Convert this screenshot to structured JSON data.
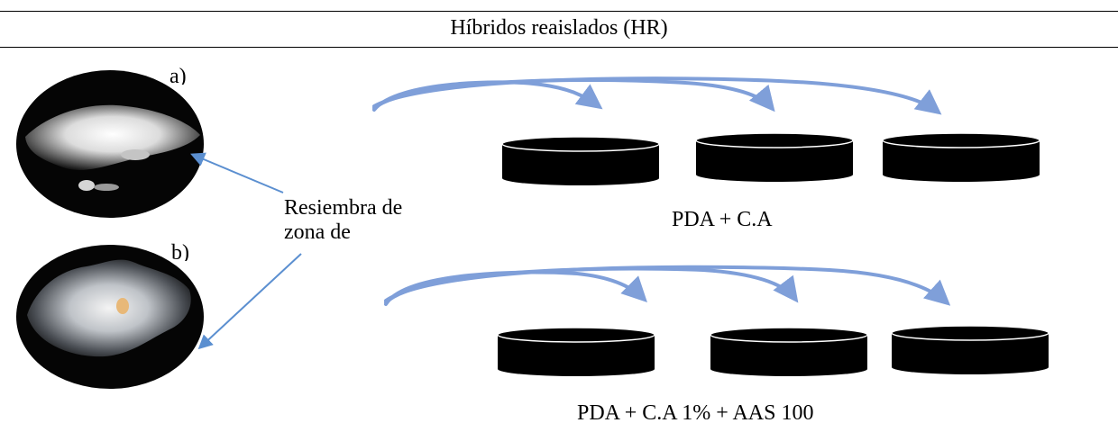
{
  "title": "Híbridos reaislados (HR)",
  "panel_a_label": "a)",
  "panel_b_label": "b)",
  "resiembra_line1": "Resiembra de",
  "resiembra_line2": "zona de",
  "row1_medium": "PDA + C.A",
  "row2_medium": "PDA + C.A 1% + AAS 100",
  "colors": {
    "arrow": "#7f9fd9",
    "arrow_blue": "#5b8fd0",
    "dish": "#000000"
  }
}
